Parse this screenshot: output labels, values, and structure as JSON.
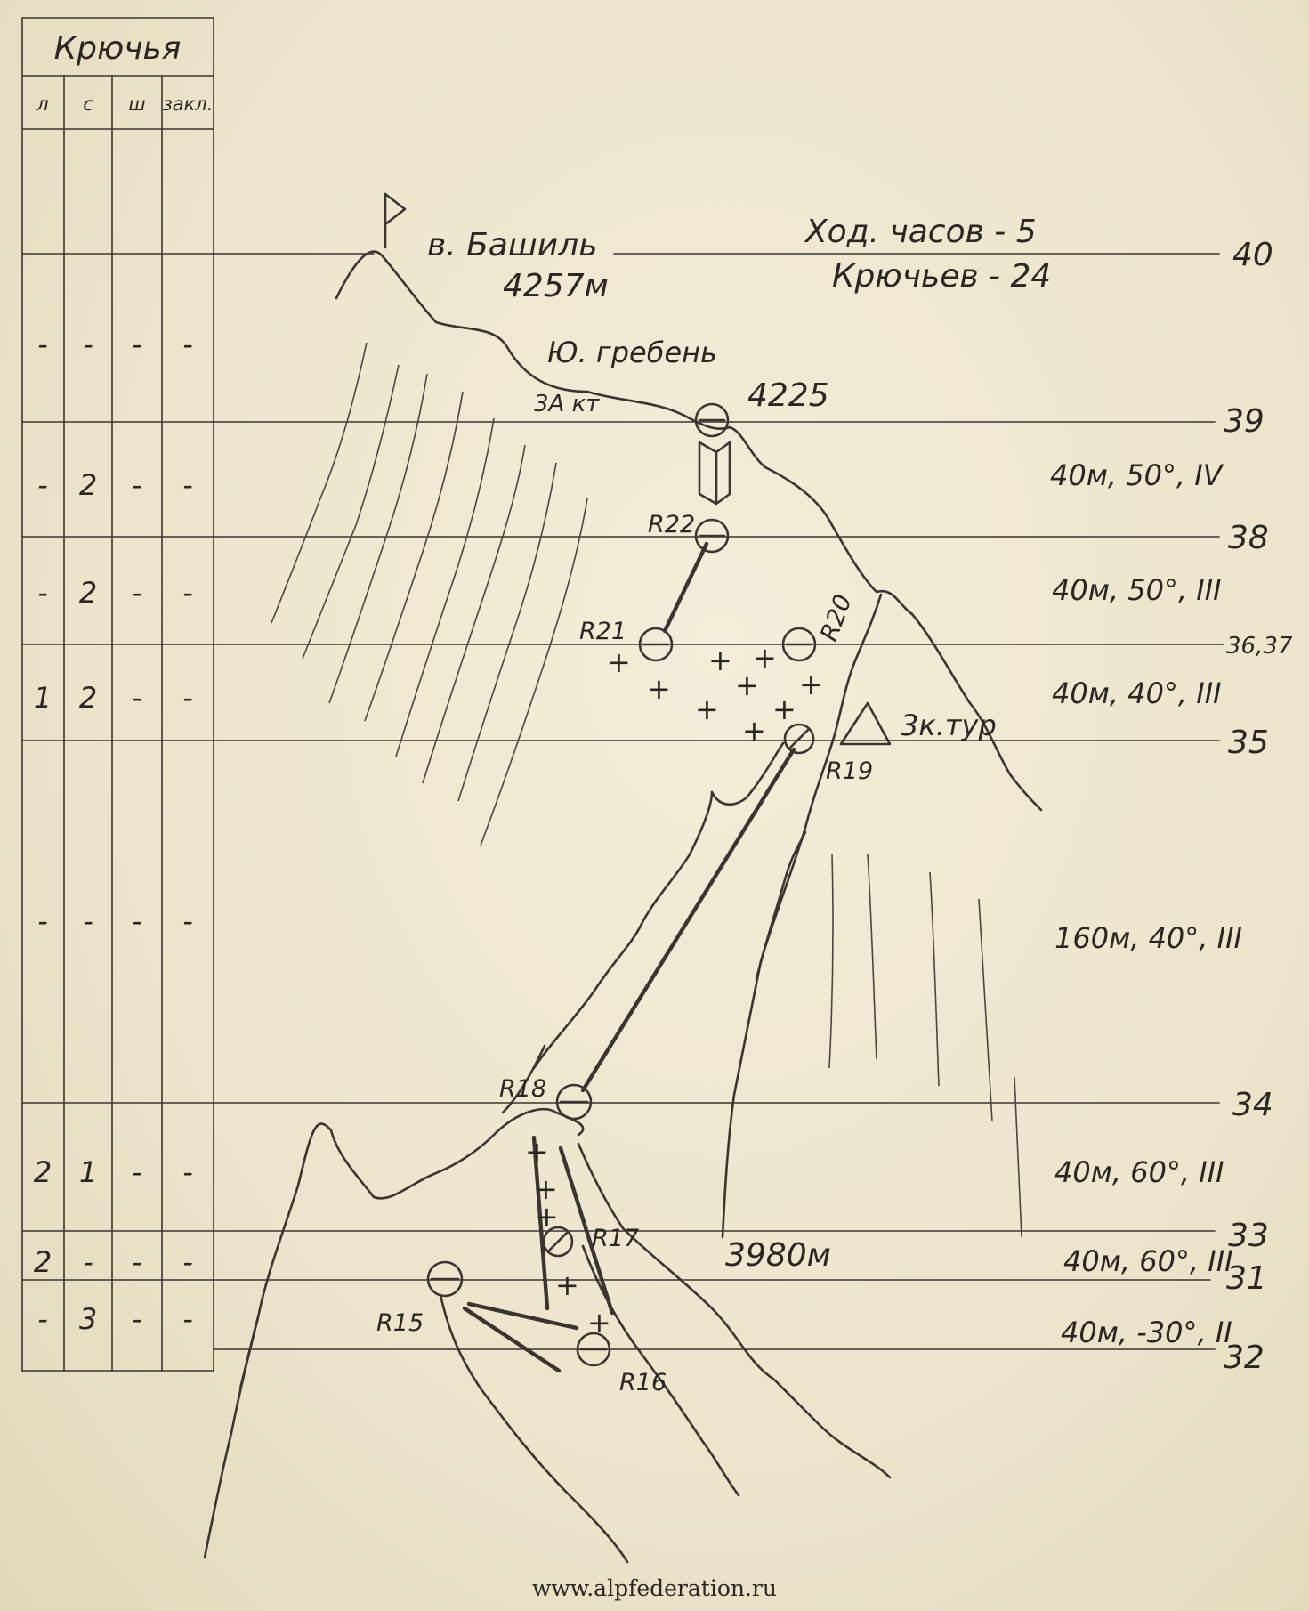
{
  "table": {
    "title": "Крючья",
    "headers": [
      "л",
      "с",
      "ш",
      "закл."
    ],
    "rows": [
      [
        "-",
        "-",
        "-",
        "-"
      ],
      [
        "-",
        "2",
        "-",
        "-"
      ],
      [
        "-",
        "2",
        "-",
        "-"
      ],
      [
        "1",
        "2",
        "-",
        "-"
      ],
      [
        "-",
        "-",
        "-",
        "-"
      ],
      [
        "2",
        "1",
        "-",
        "-"
      ],
      [
        "2",
        "-",
        "-",
        "-"
      ],
      [
        "-",
        "3",
        "-",
        "-"
      ]
    ]
  },
  "summit": {
    "name": "в. Башиль",
    "height": "4257м"
  },
  "summary": {
    "hours": "Ход. часов - 5",
    "pitons": "Крючьев - 24"
  },
  "ridge": {
    "name": "Ю. гребень",
    "grade": "3А кт"
  },
  "point_4225": "4225",
  "cairn": "3к.тур",
  "altitude_3980": "3980м",
  "markers": [
    "R22",
    "R21",
    "R20",
    "R19",
    "R18",
    "R17",
    "R15",
    "R16"
  ],
  "section_numbers": [
    "40",
    "39",
    "38",
    "36,37",
    "35",
    "34",
    "33",
    "31",
    "32"
  ],
  "segments": [
    "40м, 50°, IV",
    "40м, 50°, III",
    "40м, 40°, III",
    "160м, 40°, III",
    "40м, 60°, III",
    "40м, 60°, III",
    "40м, -30°, II"
  ],
  "footer": "www.alpfederation.ru"
}
